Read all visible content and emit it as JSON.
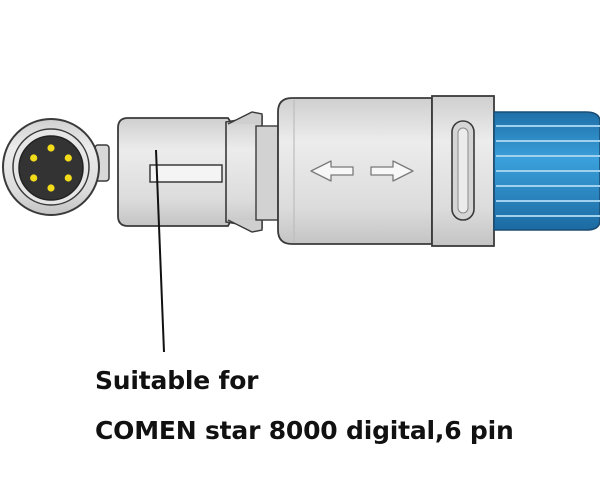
{
  "caption": {
    "line1": "Suitable for",
    "line2": "COMEN star 8000 digital,6 pin"
  },
  "connector": {
    "pin_count": 6,
    "colors": {
      "body": "#dedede",
      "outline": "#3a3a3a",
      "pin": "#f2dc1a",
      "boot": "#2f8fc9"
    }
  },
  "icons": [
    "connector-face-icon",
    "arrow-left-icon",
    "arrow-right-icon"
  ]
}
